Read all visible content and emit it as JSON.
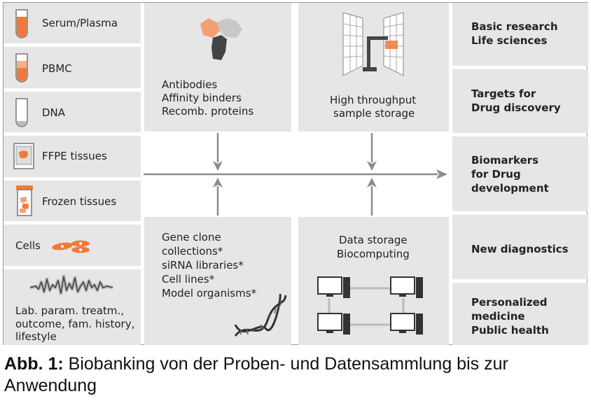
{
  "samples": [
    {
      "label": "Serum/Plasma",
      "icon": "tube-full-icon"
    },
    {
      "label": "PBMC",
      "icon": "tube-layered-icon"
    },
    {
      "label": "DNA",
      "icon": "tube-empty-icon"
    },
    {
      "label": "FFPE tissues",
      "icon": "ffpe-block-icon"
    },
    {
      "label": "Frozen tissues",
      "icon": "frozen-jar-icon"
    },
    {
      "label": "Cells",
      "icon": "cells-icon"
    },
    {
      "label_lines": [
        "Lab. param. treatm.,",
        "outcome, fam. history,",
        "lifestyle"
      ],
      "icon": "waveform-icon"
    }
  ],
  "resources": {
    "antibodies": [
      "Antibodies",
      "Affinity binders",
      "Recomb. proteins"
    ],
    "storage": [
      "High throughput",
      "sample storage"
    ],
    "gene": [
      "Gene clone",
      "collections*",
      "siRNA libraries*",
      "Cell lines*",
      "Model organisms*"
    ],
    "data": [
      "Data storage",
      "Biocomputing"
    ]
  },
  "applications": [
    [
      "Basic research",
      "Life sciences"
    ],
    [
      "Targets for",
      "Drug discovery"
    ],
    [
      "Biomarkers",
      "for Drug",
      "development"
    ],
    [
      "New diagnostics"
    ],
    [
      "Personalized",
      "medicine",
      "Public health"
    ]
  ],
  "caption": {
    "prefix": "Abb. 1:",
    "text": " Biobanking von der Proben- und Datensammlung bis zur Anwendung"
  },
  "colors": {
    "orange": "#f07a3c",
    "panel": "#e6e6e6",
    "arrow": "#8c8c8c"
  }
}
